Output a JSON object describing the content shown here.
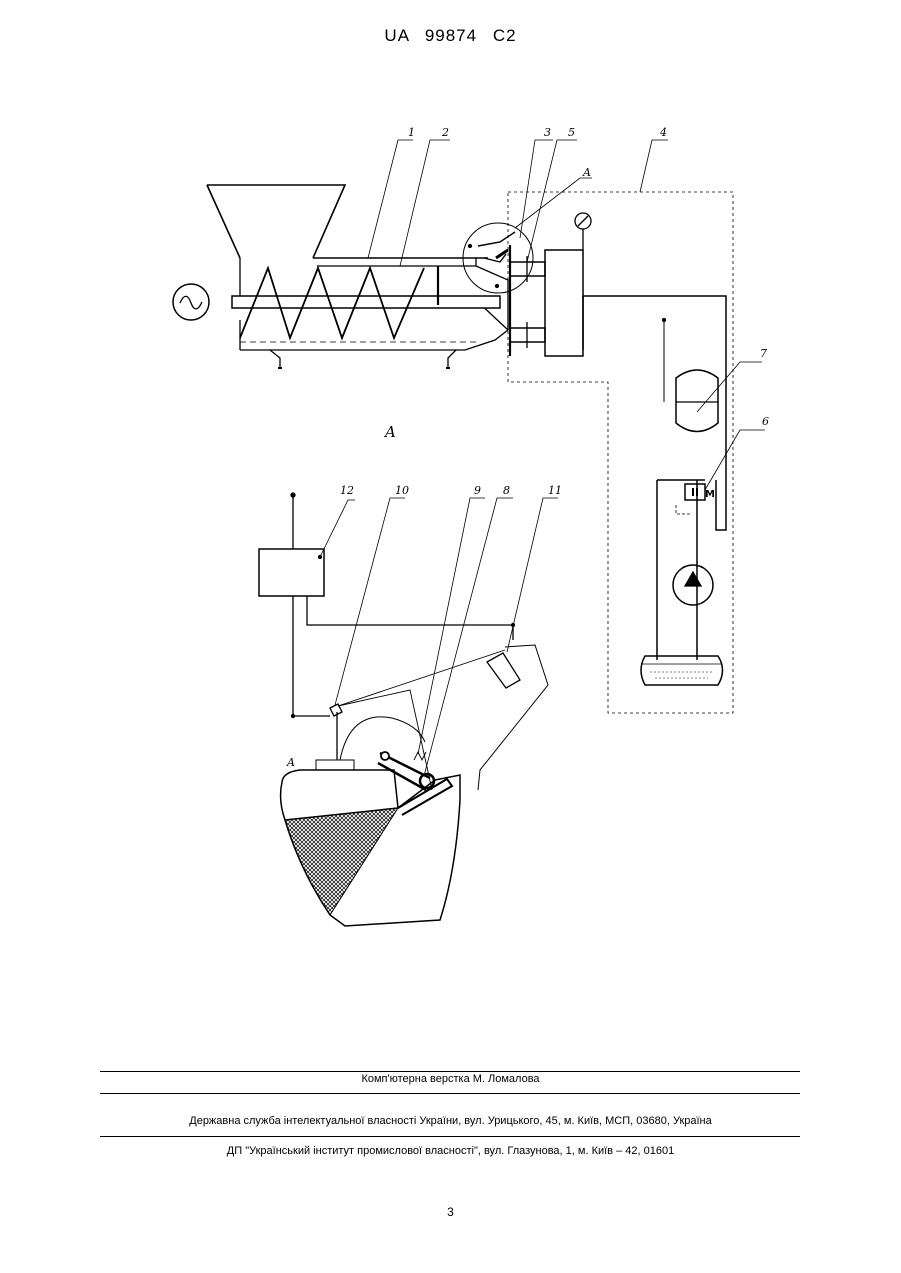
{
  "header": {
    "patent_id": "UA   99874   C2"
  },
  "figure": {
    "detail_label": "A",
    "detail_ref_upper": "A",
    "detail_ref_lower": "A",
    "callouts": [
      "1",
      "2",
      "3",
      "5",
      "4",
      "7",
      "6",
      "12",
      "10",
      "9",
      "8",
      "11"
    ],
    "valve_letter": "M"
  },
  "footer": {
    "layout_credit": "Комп'ютерна верстка М. Ломалова",
    "agency": "Державна служба інтелектуальної власності України, вул. Урицького, 45, м. Київ, МСП, 03680, Україна",
    "institute": "ДП \"Український інститут промислової власності\", вул. Глазунова, 1, м. Київ – 42, 01601",
    "page_number": "3"
  }
}
